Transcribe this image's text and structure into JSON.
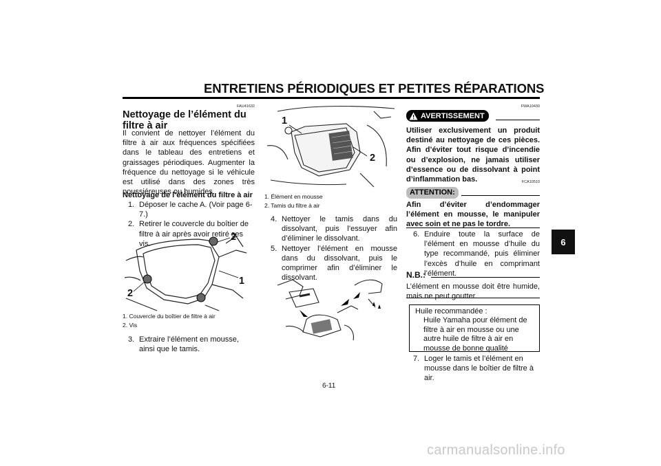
{
  "header": {
    "title": "ENTRETIENS PÉRIODIQUES ET PETITES RÉPARATIONS",
    "tab": "6"
  },
  "left": {
    "code": "FAU41632",
    "heading": "Nettoyage de l’élément du filtre à air",
    "intro": "Il convient de nettoyer l’élément du filtre à air aux fréquences spécifiées dans le tableau des entretiens et graissages périodiques. Augmenter la fréquence du nettoyage si le véhicule est utilisé dans des zones très poussiéreuses ou humides.",
    "subheading": "Nettoyage de l’élément du filtre à air",
    "steps": [
      {
        "n": "1.",
        "text": "Déposer le cache A. (Voir page 6-7.)"
      },
      {
        "n": "2.",
        "text": "Retirer le couvercle du boîtier de filtre à air après avoir retiré ses vis."
      }
    ],
    "figure_labels": [
      "1",
      "2",
      "2"
    ],
    "captions": [
      "1. Couvercle du boîtier de filtre à air",
      "2. Vis"
    ],
    "step3": {
      "n": "3.",
      "text": "Extraire l’élément en mousse, ainsi que le tamis."
    }
  },
  "middle": {
    "figure_labels": [
      "1",
      "2"
    ],
    "captions": [
      "1. Élément en mousse",
      "2. Tamis du filtre à air"
    ],
    "steps": [
      {
        "n": "4.",
        "text": "Nettoyer le tamis dans du dissolvant, puis l’essuyer afin d’éliminer le dissolvant."
      },
      {
        "n": "5.",
        "text": "Nettoyer l’élément en mousse dans du dissolvant, puis le comprimer afin d’éliminer le dissolvant."
      }
    ]
  },
  "right": {
    "warning_code": "FWA10430",
    "warning_label": "AVERTISSEMENT",
    "warning_text": "Utiliser exclusivement un produit destiné au nettoyage de ces pièces. Afin d’éviter tout risque d’incendie ou d’explosion, ne jamais utiliser d’essence ou de dissolvant à point d’inflammation bas.",
    "attention_code": "FCA10510",
    "attention_label": "ATTENTION:",
    "attention_text": "Afin d’éviter d’endommager l’élément en mousse, le manipuler avec soin et ne pas le tordre.",
    "step6": {
      "n": "6.",
      "text": "Enduire toute la surface de l’élément en mousse d’huile du type recommandé, puis éliminer l’excès d’huile en comprimant l’élément."
    },
    "nb_label": "N.B.:",
    "nb_text": "L’élément en mousse doit être humide, mais ne peut goutter.",
    "oil_title": "Huile recommandée :",
    "oil_text": "Huile Yamaha pour élément de filtre à air en mousse ou une autre huile de filtre à air en mousse de bonne qualité",
    "step7": {
      "n": "7.",
      "text": "Loger le tamis et l’élément en mousse dans le boîtier de filtre à air."
    }
  },
  "footer": {
    "page": "6-11"
  },
  "watermark": "carmanualsonline.info"
}
